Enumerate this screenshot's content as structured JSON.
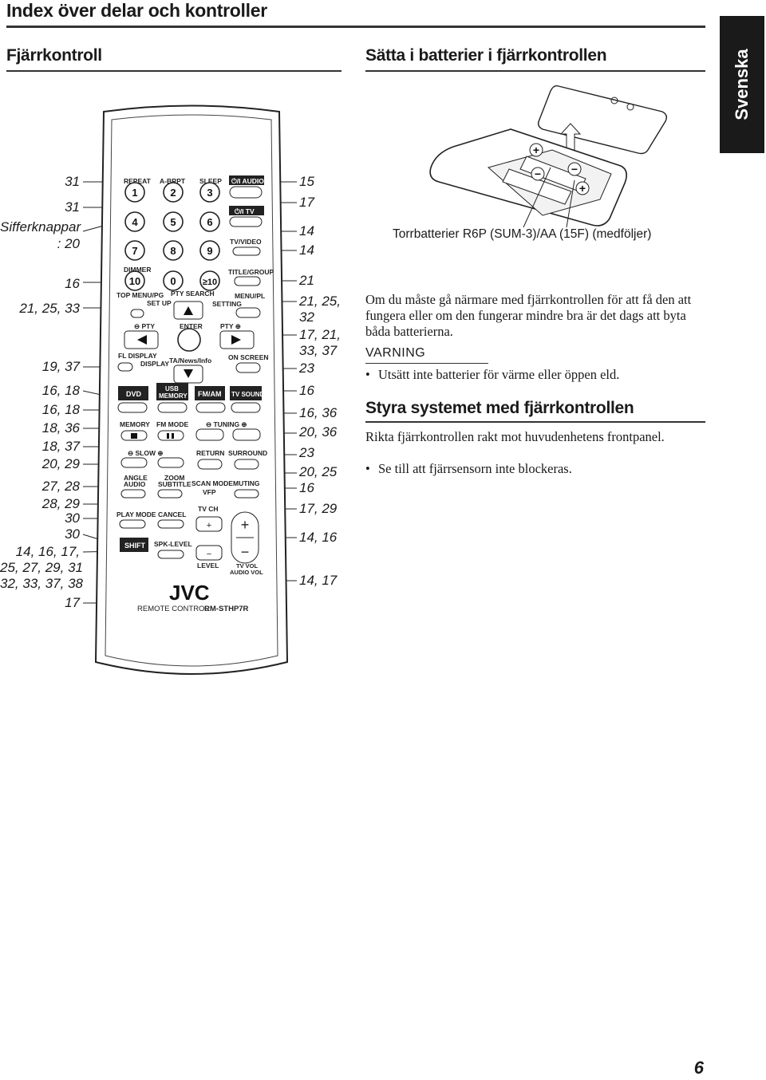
{
  "header": {
    "title": "Index över delar och kontroller"
  },
  "language_tab": "Svenska",
  "left_section": {
    "title": "Fjärrkontroll"
  },
  "right_section": {
    "title": "Sätta i batterier i fjärrkontrollen",
    "battery_caption": "Torrbatterier R6P (SUM-3)/AA (15F) (medföljer)",
    "paragraph": "Om du måste gå närmare med fjärrkontrollen för att få den att fungera eller om den fungerar mindre bra är det dags att byta båda batterierna.",
    "warning_title": "VARNING",
    "warning_item": "Utsätt inte batterier för värme eller öppen eld.",
    "subtitle": "Styra systemet med fjärrkontrollen",
    "instruction": "Rikta fjärrkontrollen rakt mot huvudenhetens frontpanel.",
    "instruction_item": "Se till att fjärrsensorn inte blockeras."
  },
  "left_refs": [
    "31",
    "31",
    "Sifferknappar",
    ": 20",
    "16",
    "21, 25, 33",
    "19, 37",
    "16, 18",
    "16, 18",
    "18, 36",
    "18, 37",
    "20, 29",
    "27, 28",
    "28, 29",
    "30",
    "30",
    "14, 16, 17,",
    "25, 27, 29, 31",
    "32, 33, 37, 38",
    "17"
  ],
  "right_refs": [
    "15",
    "17",
    "14",
    "14",
    "21",
    "21, 25,",
    "32",
    "17, 21,",
    "33, 37",
    "23",
    "16",
    "16, 36",
    "20, 36",
    "23",
    "20, 25",
    "16",
    "17, 29",
    "14, 16",
    "14, 17"
  ],
  "remote": {
    "row1": [
      "REPEAT",
      "A-BRPT",
      "SLEEP",
      "⏻/I AUDIO"
    ],
    "digits": [
      "1",
      "2",
      "3",
      "4",
      "5",
      "6",
      "7",
      "8",
      "9",
      "10",
      "0",
      "≥10"
    ],
    "tv_power": "⏻/I TV",
    "tv_video": "TV/VIDEO",
    "dimmer": "DIMMER",
    "title_group": "TITLE/GROUP",
    "top_menu": "TOP MENU/PG",
    "set_up": "SET UP",
    "pty_search": "PTY SEARCH",
    "menu_pl": "MENU/PL",
    "setting": "SETTING",
    "pty_minus": "⊖ PTY",
    "enter": "ENTER",
    "pty_plus": "PTY ⊕",
    "fl_display": "FL DISPLAY",
    "display": "DISPLAY",
    "ta_news": "TA/News/Info",
    "on_screen": "ON SCREEN",
    "dvd": "DVD",
    "usb_memory": [
      "USB",
      "MEMORY"
    ],
    "fm_am": "FM/AM",
    "tv_sound": "TV SOUND",
    "memory": "MEMORY",
    "fm_mode": "FM MODE",
    "tuning": "⊖ TUNING ⊕",
    "slow": "⊖  SLOW  ⊕",
    "return": "RETURN",
    "surround": "SURROUND",
    "angle_audio": [
      "ANGLE",
      "AUDIO"
    ],
    "zoom_subtitle": [
      "ZOOM",
      "SUBTITLE"
    ],
    "scan_mode": "SCAN MODE",
    "vfp": "VFP",
    "muting": "MUTING",
    "play_mode": "PLAY MODE",
    "cancel": "CANCEL",
    "tv_ch": "TV CH",
    "shift": "SHIFT",
    "spk_level": "SPK-LEVEL",
    "level": "LEVEL",
    "tv_vol": [
      "TV VOL",
      "AUDIO VOL"
    ],
    "brand": "JVC",
    "model_prefix": "REMOTE CONTROL",
    "model": "RM-STHP7R"
  },
  "page_number": "6"
}
